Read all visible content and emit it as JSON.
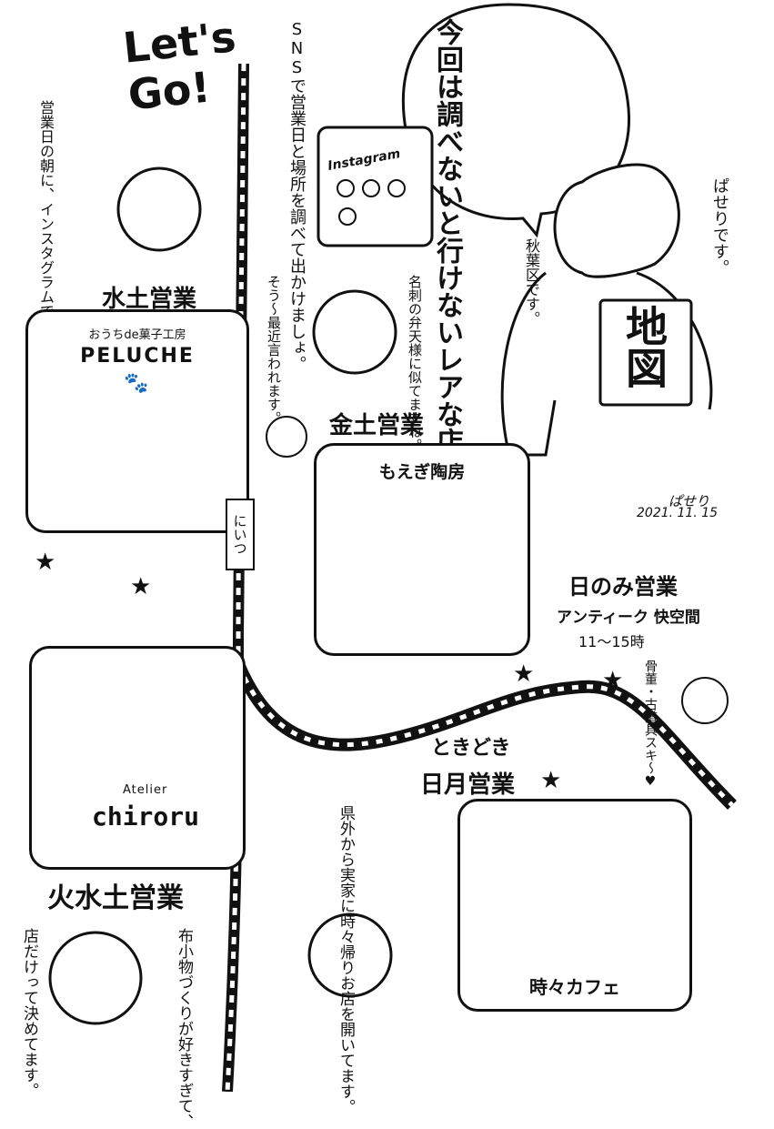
{
  "title": "Let's Go!",
  "station": "にいつ",
  "intro_speech": "今回は調べないと行けないレアな店を紹介します。",
  "sns_note": "SNSで営業日と場所を調べて出かけましょ。",
  "instagram_label": "Instagram",
  "narrator": {
    "name_line": "ぱせりです。",
    "area_line": "秋葉区です。",
    "map_label": "地図"
  },
  "signature": {
    "name": "ぱせり",
    "date": "2021. 11. 15"
  },
  "shops": {
    "peluche": {
      "days": "水土営業",
      "subtitle": "おうちde菓子工房",
      "name": "PELUCHE",
      "note": "営業日の朝に、インスタグラムでケーキのお知らせをしています。"
    },
    "moegi": {
      "days": "金土営業",
      "name": "もえぎ陶房",
      "note_right": "名刺の弁天様に似てますね。",
      "note_left": "そう〜最近言われます。"
    },
    "kaikukan": {
      "days": "日のみ営業",
      "name": "アンティーク 快空間",
      "hours": "11〜15時",
      "note": "骨董・古道具スキ〜♥"
    },
    "chiroru": {
      "days": "火水土営業",
      "atelier": "Atelier",
      "name": "chiroru",
      "note_right": "布小物づくりが好きすぎて、",
      "note_left": "店だけって決めてます。"
    },
    "tokidoki": {
      "days_top": "ときどき",
      "days_bottom": "日月営業",
      "name": "時々カフェ",
      "note": "県外から実家に時々帰りお店を開いてます。"
    }
  },
  "colors": {
    "ink": "#111111",
    "paper": "#ffffff"
  }
}
